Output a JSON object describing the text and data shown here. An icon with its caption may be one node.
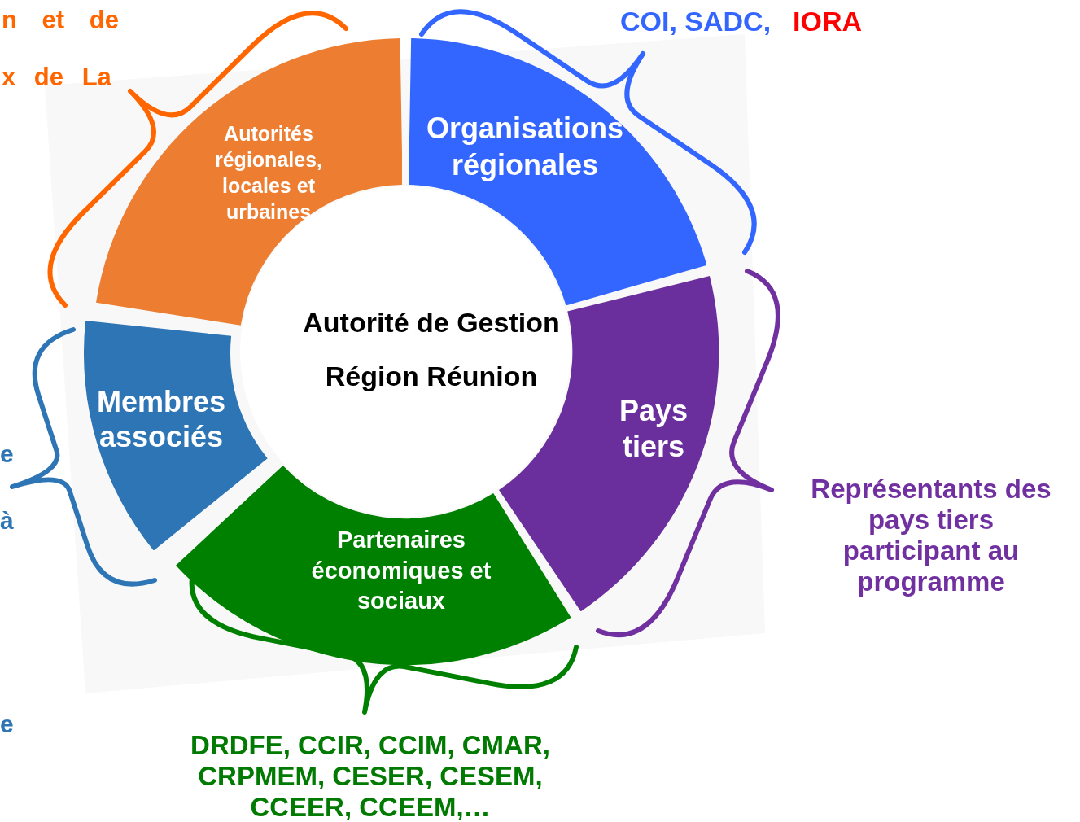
{
  "diagram": {
    "nodes": [
      {
        "text": [
          "Autorités régionales, locales et urbaines"
        ],
        "beside": [
          "n et de",
          "x de La"
        ]
      },
      {
        "text": [
          "Organisations régionales"
        ],
        "beside": [
          "COI, SADC,",
          "IORA"
        ]
      },
      {
        "text": [
          "Autorité de Gestion",
          "Région Réunion"
        ]
      },
      {
        "text": [
          "Membres associés"
        ],
        "beside": [
          "e",
          "à"
        ]
      },
      {
        "text": [
          "Pays tiers"
        ],
        "beside": [
          "Représentants des pays tiers participant au programme"
        ]
      },
      {
        "text": [
          "Partenaires économiques et sociaux"
        ],
        "beside": [
          "DRDFE, CCIR, CCIM, CMAR, CRPMEM, CESER, CESEM, CCEER, CCEEM,…"
        ]
      }
    ],
    "labels": [
      "e"
    ]
  }
}
